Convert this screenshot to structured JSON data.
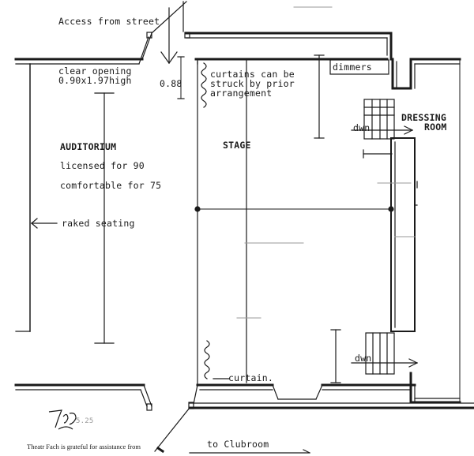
{
  "labels": {
    "access": "Access from street",
    "clear_opening_1": "clear opening",
    "clear_opening_2": "0.90x1.97high",
    "height_088": "0.88",
    "curtains_1": "curtains can be",
    "curtains_2": "struck by prior",
    "curtains_3": "arrangement",
    "dimmers": "dimmers",
    "dressing_1": "DRESSING",
    "dressing_2": "ROOM",
    "dwn_upper": "dwn",
    "dwn_lower": "dwn",
    "auditorium": "AUDITORIUM",
    "licensed": "licensed for 90",
    "comfortable": "comfortable for 75",
    "stage": "STAGE",
    "raked_seating": "raked seating",
    "curtain": "curtain.",
    "clubroom": "to Clubroom",
    "credit": "Theatr Fach is grateful for assistance from",
    "sketch_number": "5.25"
  },
  "colors": {
    "ink": "#1a1a1a",
    "paper": "#ffffff",
    "faint": "#9a9a9a"
  }
}
